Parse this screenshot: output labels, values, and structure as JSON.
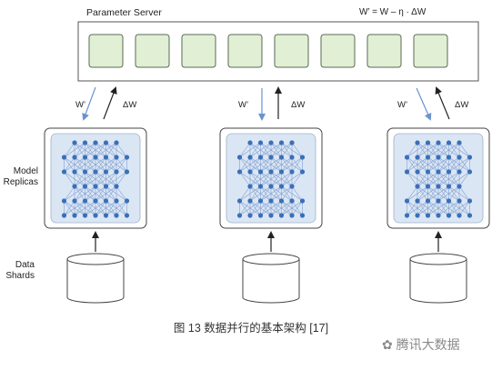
{
  "parameter_server": {
    "title": "Parameter Server",
    "formula": "W’ = W – η · ΔW",
    "shard_count": 8
  },
  "row_labels": {
    "model_line1": "Model",
    "model_line2": "Replicas",
    "data_line1": "Data",
    "data_line2": "Shards"
  },
  "arrows": {
    "w_prime": "W’",
    "delta_w": "ΔW"
  },
  "replica_count": 3,
  "network_layers": [
    5,
    7,
    7,
    5,
    7,
    7
  ],
  "caption": "图 13  数据并行的基本架构  [17]",
  "watermark": "腾讯大数据",
  "colors": {
    "shard_fill": "#e1f0d5",
    "shard_stroke": "#5a6a52",
    "net_bg": "#dbe6f4",
    "node": "#3b6fb8",
    "edge": "#7f9fcf",
    "up_arrow": "#6a93cf"
  }
}
